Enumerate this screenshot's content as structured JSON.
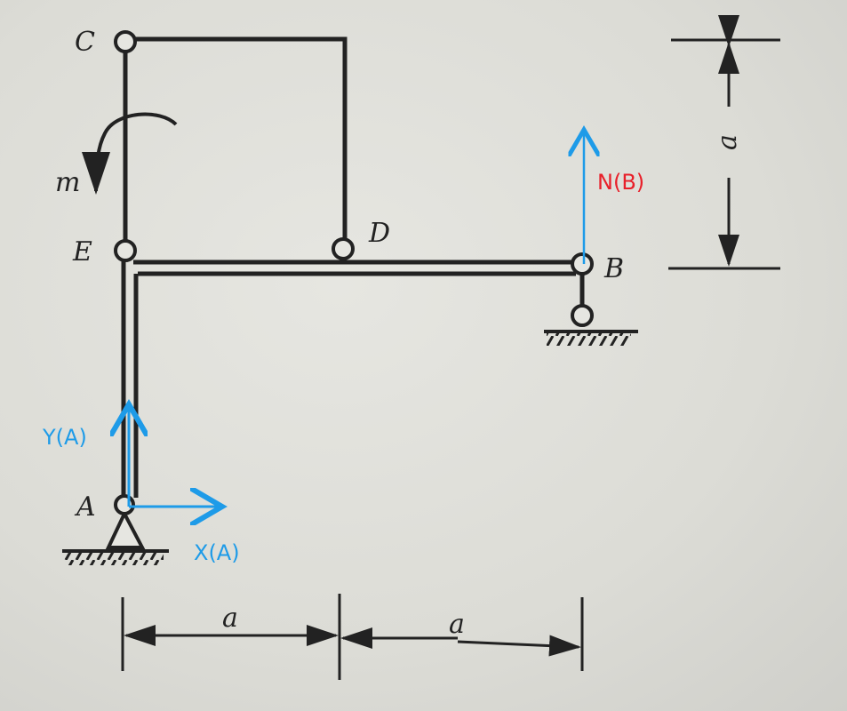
{
  "points": {
    "C": "C",
    "D": "D",
    "E": "E",
    "B": "B",
    "A": "A"
  },
  "moment_label": "m",
  "dimensions": {
    "vertical": "a",
    "horizontal_left": "a",
    "horizontal_right": "a"
  },
  "forces": {
    "normal_B": {
      "label": "N(B)",
      "label_color": "#e8202a",
      "arrow_color": "#1e9be8"
    },
    "reaction_YA": {
      "label": "Y(A)",
      "color": "#1e9be8"
    },
    "reaction_XA": {
      "label": "X(A)",
      "color": "#1e9be8"
    }
  }
}
